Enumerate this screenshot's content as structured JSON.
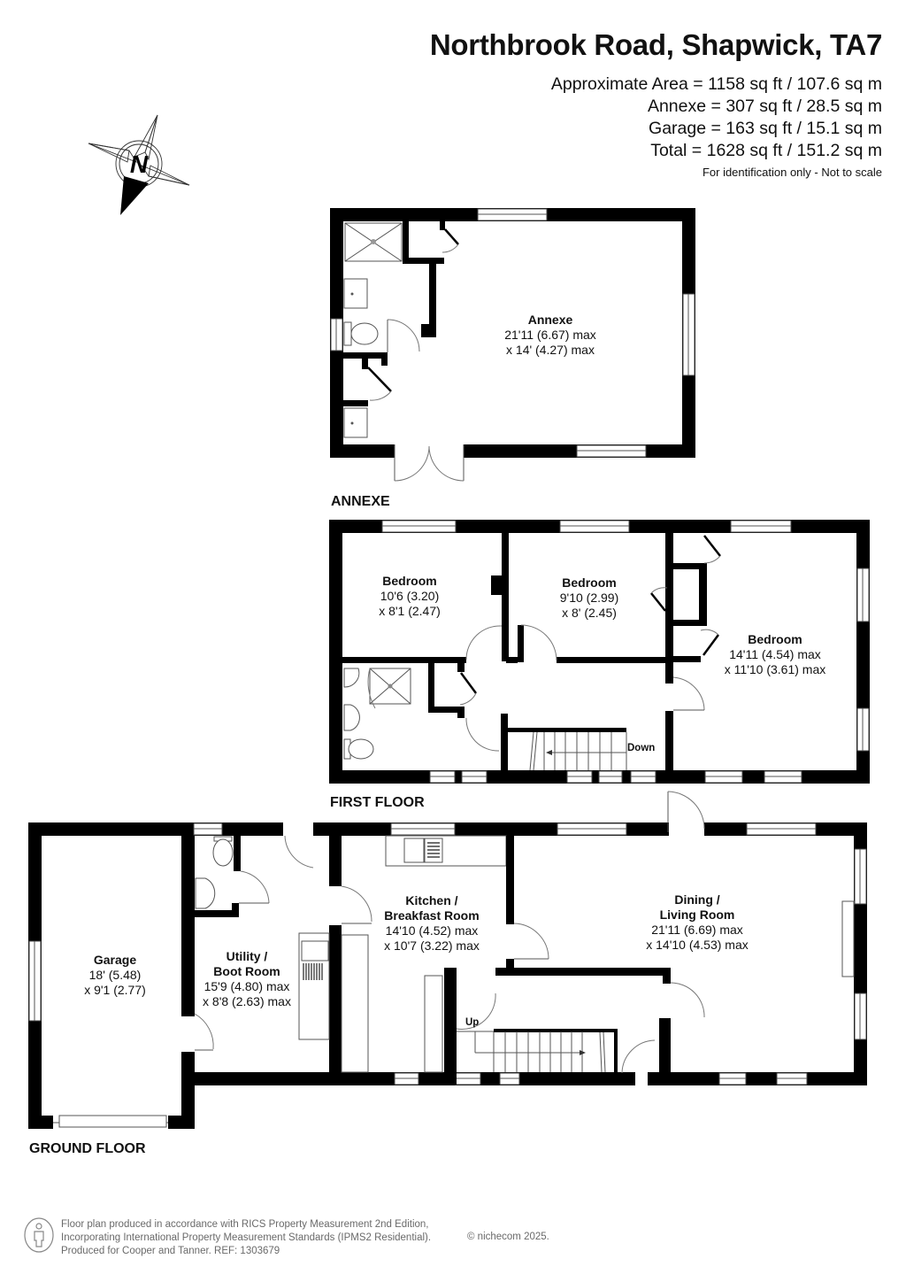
{
  "header": {
    "title": "Northbrook Road, Shapwick, TA7",
    "areas": [
      "Approximate Area = 1158 sq ft / 107.6 sq m",
      "Annexe = 307 sq ft / 28.5 sq m",
      "Garage = 163 sq ft / 15.1 sq m",
      "Total = 1628 sq ft / 151.2 sq m"
    ],
    "note": "For identification only - Not to scale"
  },
  "compass": {
    "icon": "north-compass-icon",
    "letter": "N"
  },
  "floors": {
    "annexe": {
      "label": "ANNEXE",
      "rooms": [
        {
          "name": "Annexe",
          "dim1": "21'11 (6.67) max",
          "dim2": "x 14' (4.27) max"
        }
      ]
    },
    "first_floor": {
      "label": "FIRST FLOOR",
      "stairs_label": "Down",
      "rooms": [
        {
          "name": "Bedroom",
          "dim1": "10'6 (3.20)",
          "dim2": "x 8'1 (2.47)"
        },
        {
          "name": "Bedroom",
          "dim1": "9'10 (2.99)",
          "dim2": "x 8' (2.45)"
        },
        {
          "name": "Bedroom",
          "dim1": "14'11 (4.54) max",
          "dim2": "x 11'10 (3.61) max"
        }
      ]
    },
    "ground_floor": {
      "label": "GROUND FLOOR",
      "stairs_label": "Up",
      "rooms": [
        {
          "name": "Garage",
          "dim1": "18' (5.48)",
          "dim2": "x 9'1 (2.77)"
        },
        {
          "name": "Utility /",
          "name2": "Boot Room",
          "dim1": "15'9 (4.80) max",
          "dim2": "x 8'8 (2.63) max"
        },
        {
          "name": "Kitchen /",
          "name2": "Breakfast Room",
          "dim1": "14'10 (4.52) max",
          "dim2": "x 10'7 (3.22) max"
        },
        {
          "name": "Dining /",
          "name2": "Living Room",
          "dim1": "21'11 (6.69) max",
          "dim2": "x 14'10 (4.53) max"
        }
      ]
    }
  },
  "footer": {
    "lines": [
      "Floor plan produced in accordance with RICS Property Measurement 2nd Edition,",
      "Incorporating International Property Measurement Standards (IPMS2 Residential).",
      "Produced for Cooper and Tanner.   REF: 1303679"
    ],
    "copyright": "© nichecom 2025.",
    "icon": "person-info-icon"
  },
  "colors": {
    "wall": "#000000",
    "line": "#555555",
    "footer_text": "#6a6a6a",
    "background": "#ffffff"
  }
}
